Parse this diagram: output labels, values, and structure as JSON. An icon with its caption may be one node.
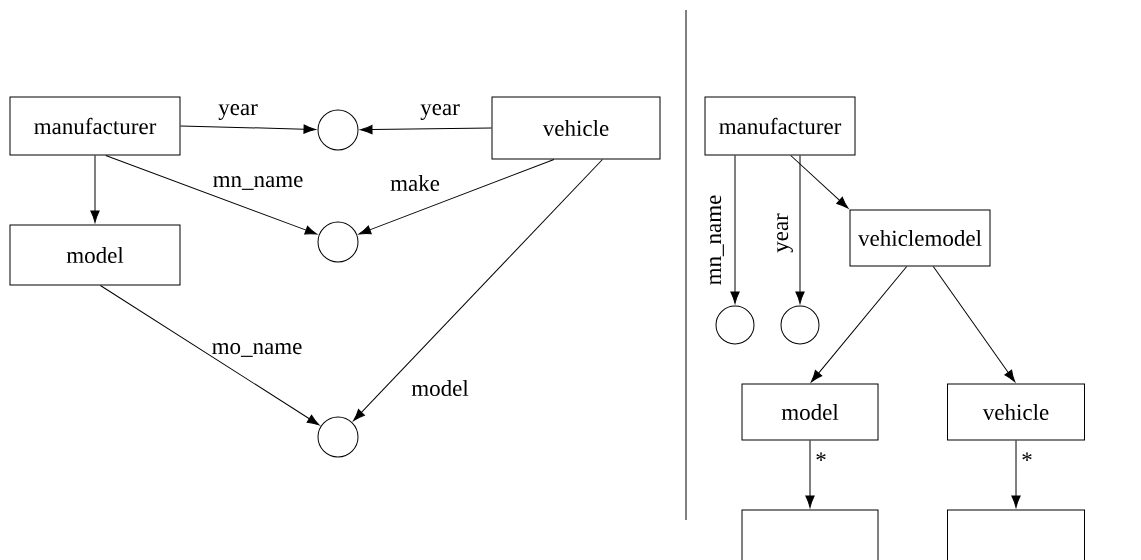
{
  "diagram": {
    "nodes": [
      {
        "text": [
          "manufacturer"
        ]
      },
      {
        "text": [
          "vehicle"
        ]
      },
      {
        "text": [],
        "shape": "circle"
      },
      {
        "text": [],
        "shape": "circle"
      },
      {
        "text": [
          "model"
        ]
      },
      {
        "text": [],
        "shape": "circle"
      },
      {
        "text": [
          "manufacturer"
        ]
      },
      {
        "text": [],
        "shape": "circle"
      },
      {
        "text": [],
        "shape": "circle"
      },
      {
        "text": [
          "vehiclemodel"
        ]
      },
      {
        "text": [
          "model"
        ]
      },
      {
        "text": [
          "vehicle"
        ]
      },
      {
        "text": [],
        "shape": "box"
      },
      {
        "text": [],
        "shape": "box"
      }
    ],
    "edges": [
      {
        "from": 0,
        "to": 2,
        "arrow": "to",
        "label": "year"
      },
      {
        "from": 1,
        "to": 2,
        "arrow": "to",
        "label": "year"
      },
      {
        "from": 0,
        "to": 3,
        "arrow": "to",
        "label": "mn_name"
      },
      {
        "from": 1,
        "to": 3,
        "arrow": "to",
        "label": "make"
      },
      {
        "from": 0,
        "to": 4,
        "arrow": "to"
      },
      {
        "from": 4,
        "to": 5,
        "arrow": "to",
        "label": "mo_name"
      },
      {
        "from": 1,
        "to": 5,
        "arrow": "to",
        "label": "model"
      },
      {
        "from": 6,
        "to": 7,
        "arrow": "to",
        "label": "mn_name"
      },
      {
        "from": 6,
        "to": 8,
        "arrow": "to",
        "label": "year"
      },
      {
        "from": 6,
        "to": 9,
        "arrow": "to"
      },
      {
        "from": 9,
        "to": 10,
        "arrow": "to"
      },
      {
        "from": 9,
        "to": 11,
        "arrow": "to"
      },
      {
        "from": 10,
        "to": 12,
        "arrow": "to",
        "label": "*"
      },
      {
        "from": 11,
        "to": 13,
        "arrow": "to",
        "label": "*"
      }
    ]
  }
}
